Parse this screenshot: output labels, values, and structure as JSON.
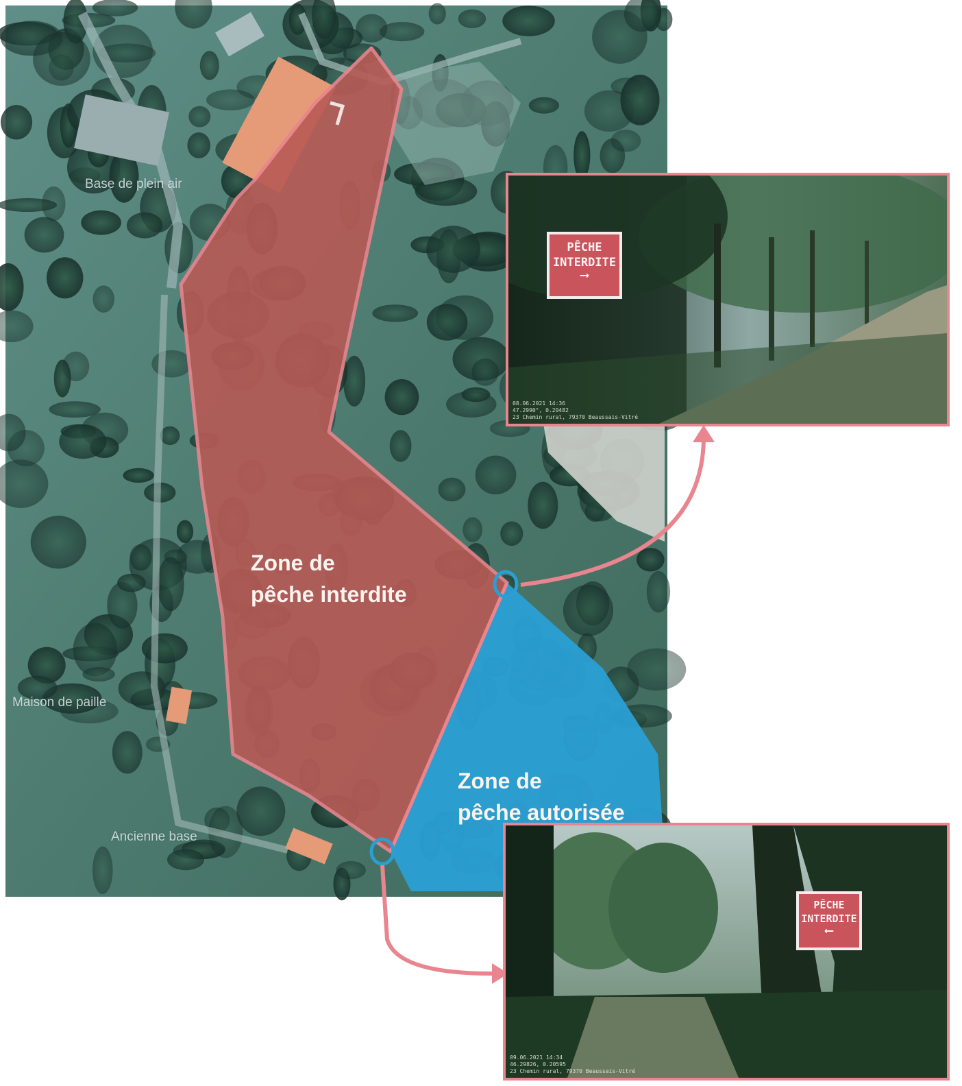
{
  "map": {
    "place_labels": {
      "base_plein_air": "Base de plein air",
      "maison_paille": "Maison de paille",
      "ancienne_base": "Ancienne base"
    },
    "zones": {
      "forbidden": {
        "line1": "Zone de",
        "line2": "pêche interdite",
        "color": "#b85a55"
      },
      "allowed": {
        "line1": "Zone de",
        "line2": "pêche autorisée",
        "color": "#2a9fd4"
      }
    },
    "outline_color": "#e8858e"
  },
  "photos": {
    "top": {
      "sign": {
        "line1": "PÊCHE",
        "line2": "INTERDITE",
        "arrow": "⟶"
      },
      "stamp": [
        "08.06.2021 14:36",
        "47.2990°, 0.20482",
        "23 Chemin rural, 79370 Beaussais-Vitré"
      ]
    },
    "bottom": {
      "sign": {
        "line1": "PÊCHE",
        "line2": "INTERDITE",
        "arrow": "⟵"
      },
      "stamp": [
        "09.06.2021 14:34",
        "46.29826, 0.20595",
        "23 Chemin rural, 79370 Beaussais-Vitré"
      ]
    }
  }
}
